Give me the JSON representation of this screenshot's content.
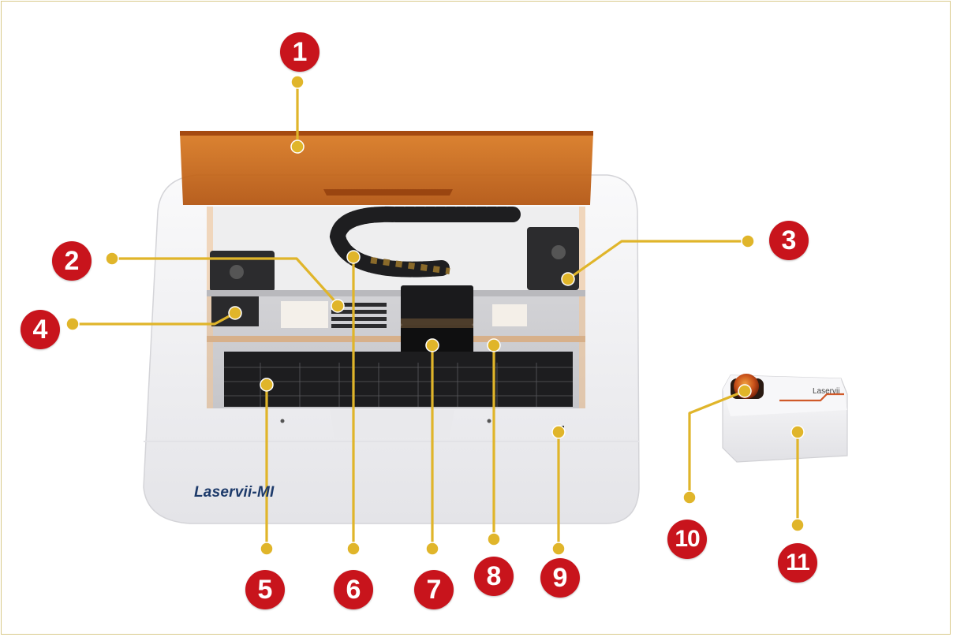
{
  "callouts": [
    {
      "number": "1"
    },
    {
      "number": "2"
    },
    {
      "number": "3"
    },
    {
      "number": "4"
    },
    {
      "number": "5"
    },
    {
      "number": "6"
    },
    {
      "number": "7"
    },
    {
      "number": "8"
    },
    {
      "number": "9"
    },
    {
      "number": "10"
    },
    {
      "number": "11"
    }
  ],
  "machine": {
    "brand_logo": "Laservii-MI",
    "controller_logo": "Laservii"
  },
  "colors": {
    "badge": "#c8141c",
    "leader": "#e0b52a",
    "lid": "#c96a17",
    "body": "#f2f2f4",
    "frame_border": "#d9c98a"
  }
}
